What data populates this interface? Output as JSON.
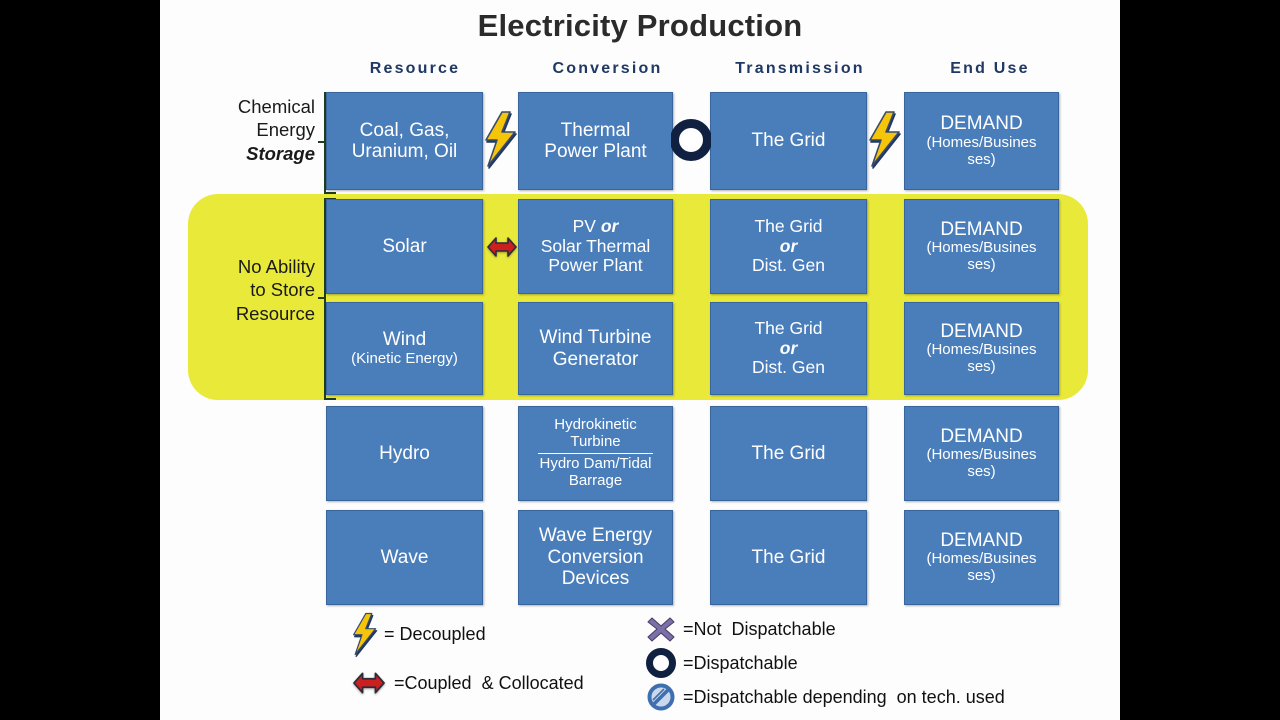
{
  "title": "Electricity Production",
  "columns": [
    {
      "label": "Resource"
    },
    {
      "label": "Conversion"
    },
    {
      "label": "Transmission"
    },
    {
      "label": "End Use"
    }
  ],
  "group_labels": {
    "chemical": {
      "line1": "Chemical",
      "line2": "Energy",
      "line3": "Storage"
    },
    "no_store": {
      "line1": "No Ability",
      "line2": "to Store",
      "line3": "Resource"
    }
  },
  "rows": [
    {
      "name": "chemical-energy",
      "resource": {
        "main": "Coal, Gas,",
        "sub": "Uranium, Oil"
      },
      "conversion": {
        "main": "Thermal",
        "sub": "Power Plant"
      },
      "transmission": {
        "main": "The Grid"
      },
      "enduse": {
        "main": "DEMAND",
        "sub": "(Homes/Busines",
        "sub2": "ses)"
      }
    },
    {
      "name": "solar",
      "resource": {
        "main": "Solar"
      },
      "conversion": {
        "main": "PV",
        "em": "or",
        "sub": "Solar Thermal",
        "sub2": "Power Plant"
      },
      "transmission": {
        "main": "The Grid",
        "em": "or",
        "sub": "Dist. Gen"
      },
      "enduse": {
        "main": "DEMAND",
        "sub": "(Homes/Busines",
        "sub2": "ses)"
      }
    },
    {
      "name": "wind",
      "resource": {
        "main": "Wind",
        "sub": "(Kinetic Energy)"
      },
      "conversion": {
        "main": "Wind Turbine",
        "sub": "Generator"
      },
      "transmission": {
        "main": "The Grid",
        "em": "or",
        "sub": "Dist. Gen"
      },
      "enduse": {
        "main": "DEMAND",
        "sub": "(Homes/Busines",
        "sub2": "ses)"
      }
    },
    {
      "name": "hydro",
      "resource": {
        "main": "Hydro"
      },
      "conversion": {
        "main": "Hydrokinetic",
        "sub": "Turbine",
        "sub2": "Hydro Dam/Tidal",
        "sub3": "Barrage"
      },
      "transmission": {
        "main": "The Grid"
      },
      "enduse": {
        "main": "DEMAND",
        "sub": "(Homes/Busines",
        "sub2": "ses)"
      }
    },
    {
      "name": "wave",
      "resource": {
        "main": "Wave"
      },
      "conversion": {
        "main": "Wave Energy",
        "sub": "Conversion",
        "sub2": "Devices"
      },
      "transmission": {
        "main": "The Grid"
      },
      "enduse": {
        "main": "DEMAND",
        "sub": "(Homes/Busines",
        "sub2": "ses)"
      }
    }
  ],
  "legend": {
    "left": [
      {
        "icon": "lightning-bolt-icon",
        "text": "= Decoupled"
      },
      {
        "icon": "double-arrow-icon",
        "text": "=Coupled  & Collocated"
      }
    ],
    "right": [
      {
        "icon": "x-mark-icon",
        "text": "=Not  Dispatchable"
      },
      {
        "icon": "ring-icon",
        "text": "=Dispatchable"
      },
      {
        "icon": "no-entry-icon",
        "text": "=Dispatchable depending  on tech. used"
      }
    ]
  },
  "colors": {
    "box_fill": "#4a7ebb",
    "box_border": "#37659c",
    "highlight": "#e9e93a",
    "header_text": "#1f3864",
    "bolt": "#f5c50c",
    "arrow": "#cc1f1f",
    "x_mark": "#7d6fa8",
    "ring": "#0f2040",
    "no_entry": "#3e6fb0"
  }
}
